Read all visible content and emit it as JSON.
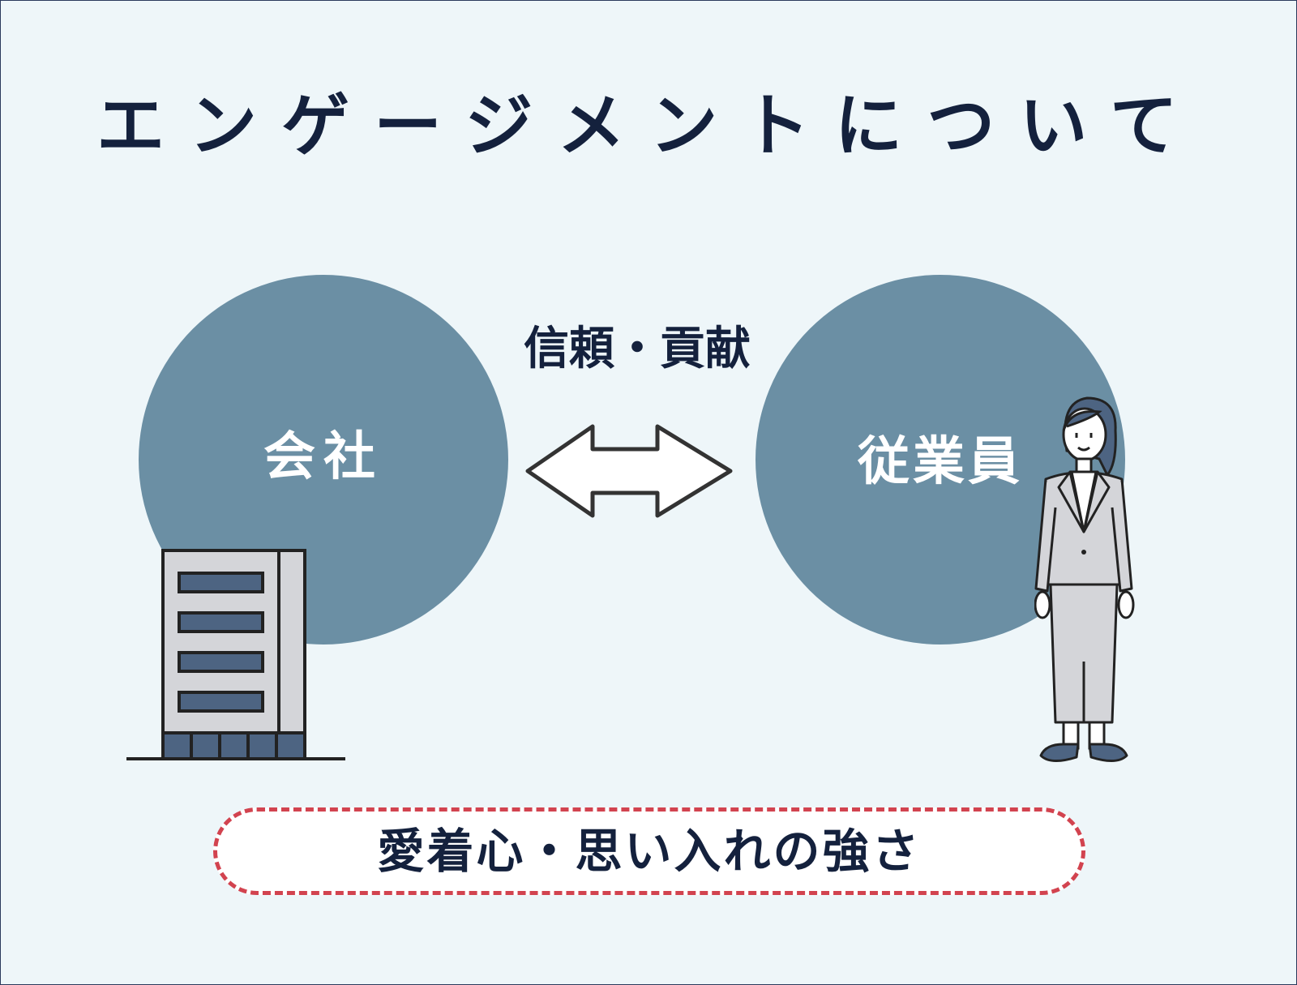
{
  "title": "エンゲージメントについて",
  "nodes": {
    "company": "会社",
    "employee": "従業員"
  },
  "relation_label": "信頼・貢献",
  "summary": "愛着心・思い入れの強さ",
  "colors": {
    "background": "#eef6f9",
    "circle": "#6b8fa4",
    "title_text": "#14213d",
    "dashed_border": "#d2434f",
    "building_windows": "#4d6482",
    "suit": "#d4d5d9"
  },
  "icons": [
    "double-arrow-icon",
    "office-building-icon",
    "businesswoman-icon"
  ]
}
